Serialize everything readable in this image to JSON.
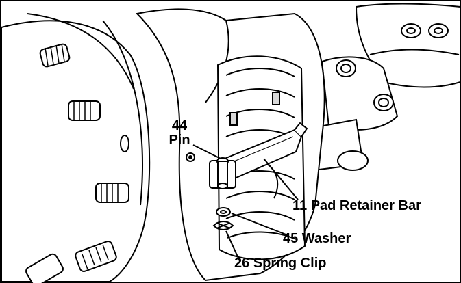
{
  "figure": {
    "callouts": [
      {
        "number": "44",
        "name": "Pin"
      },
      {
        "number": "11",
        "name": "Pad Retainer Bar"
      },
      {
        "number": "45",
        "name": "Washer"
      },
      {
        "number": "26",
        "name": "Spring Clip"
      }
    ],
    "colors": {
      "line": "#000000",
      "fill": "#ffffff",
      "shade": "#d9d9d9"
    }
  },
  "labels": {
    "pin": "44\nPin",
    "pad_retainer_bar": "11 Pad Retainer Bar",
    "washer": "45 Washer",
    "spring_clip": "26 Spring Clip"
  }
}
